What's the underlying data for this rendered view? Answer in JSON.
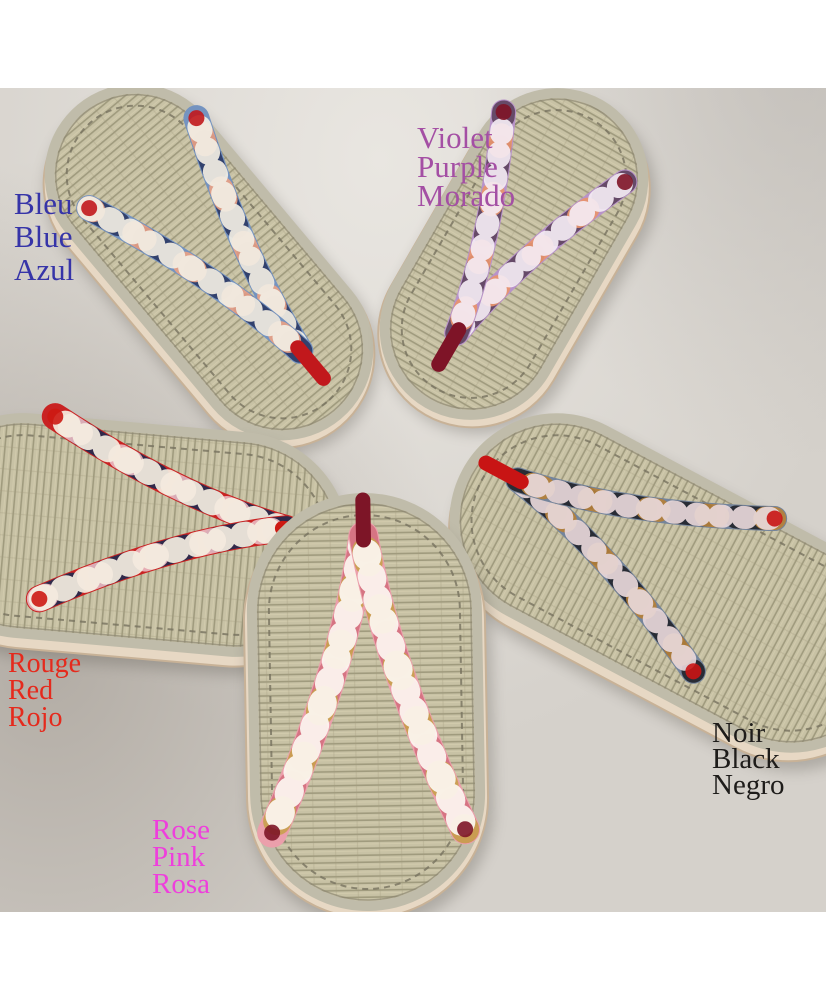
{
  "image_title": "Five Japanese tatami zori sandals arranged in a star with toes to the center, strap colors labeled in French, English and Spanish",
  "scene": {
    "colors": {
      "frame": "#ffffff",
      "wall": "#d5d1cb",
      "wall_light": "#e9e6e1",
      "wall_shadow": "#968e85",
      "wall_corner": "#b3afaa",
      "tatami_base": "#c8c2a5",
      "tatami_groove": "#a09b7e",
      "tatami_highlight": "#d8d2b3",
      "binding": "#c0bcaa",
      "binding_dark": "#8d8873",
      "stitch": "#77725f",
      "foam": "#e7d8c4",
      "foam_edge": "#c8b297",
      "shadow": "#57524b"
    }
  },
  "sandals": [
    {
      "name": "blue-sandal",
      "strap": {
        "base": "#7493c0",
        "patch": "#2c3a66",
        "accent": "#e8a186",
        "dots": "#f2eee4"
      },
      "post": "#c1181c"
    },
    {
      "name": "violet-sandal",
      "strap": {
        "base": "#b893c9",
        "patch": "#5e4360",
        "accent": "#e8946d",
        "dots": "#f4ecf4"
      },
      "post": "#7e1427"
    },
    {
      "name": "red-sandal",
      "strap": {
        "base": "#c92323",
        "patch": "#232a4e",
        "accent": "#e8b9c0",
        "dots": "#f5eee1"
      },
      "post": "#cd1a13"
    },
    {
      "name": "pink-sandal",
      "strap": {
        "base": "#eb9fab",
        "patch": "#d4707f",
        "accent": "#c9a04e",
        "dots": "#fdf7f2"
      },
      "post": "#7d1527"
    },
    {
      "name": "black-sandal",
      "strap": {
        "base": "#74849b",
        "patch": "#22252d",
        "accent": "#b5813b",
        "dots": "#e8d8da"
      },
      "post": "#c81414"
    }
  ],
  "labels": [
    {
      "name": "blue",
      "lines": [
        "Bleu",
        "Blue",
        "Azul"
      ],
      "color": "#3634a8"
    },
    {
      "name": "violet",
      "lines": [
        "Violet",
        "Purple",
        "Morado"
      ],
      "color": "#a44fa4"
    },
    {
      "name": "red",
      "lines": [
        "Rouge",
        "Red",
        "Rojo"
      ],
      "color": "#e52a1d"
    },
    {
      "name": "pink",
      "lines": [
        "Rose",
        "Pink",
        "Rosa"
      ],
      "color": "#ee3fdc"
    },
    {
      "name": "black",
      "lines": [
        "Noir",
        "Black",
        "Negro"
      ],
      "color": "#1e1c1a"
    }
  ]
}
